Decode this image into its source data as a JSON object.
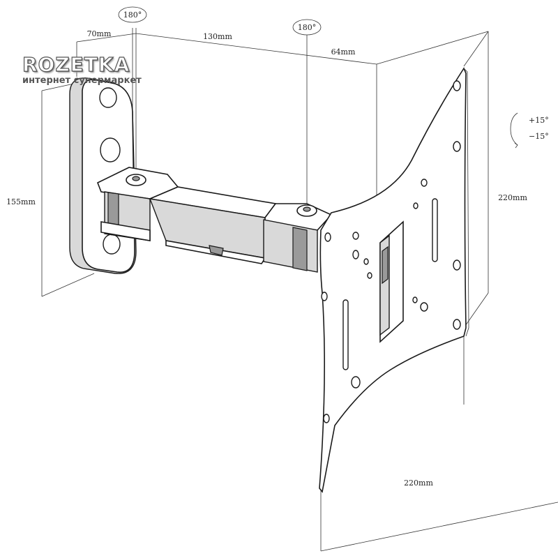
{
  "watermark": {
    "brand": "ROZETKA",
    "tagline": "интернет супермаркет"
  },
  "dimensions": {
    "wall_plate_depth": "70mm",
    "arm_length": "130mm",
    "plate_offset": "64mm",
    "wall_plate_height": "155mm",
    "tv_plate_height": "220mm",
    "tv_plate_width": "220mm"
  },
  "rotations": {
    "wall_swivel": "180°",
    "plate_swivel": "180°",
    "tilt_up": "+15°",
    "tilt_down": "−15°"
  }
}
